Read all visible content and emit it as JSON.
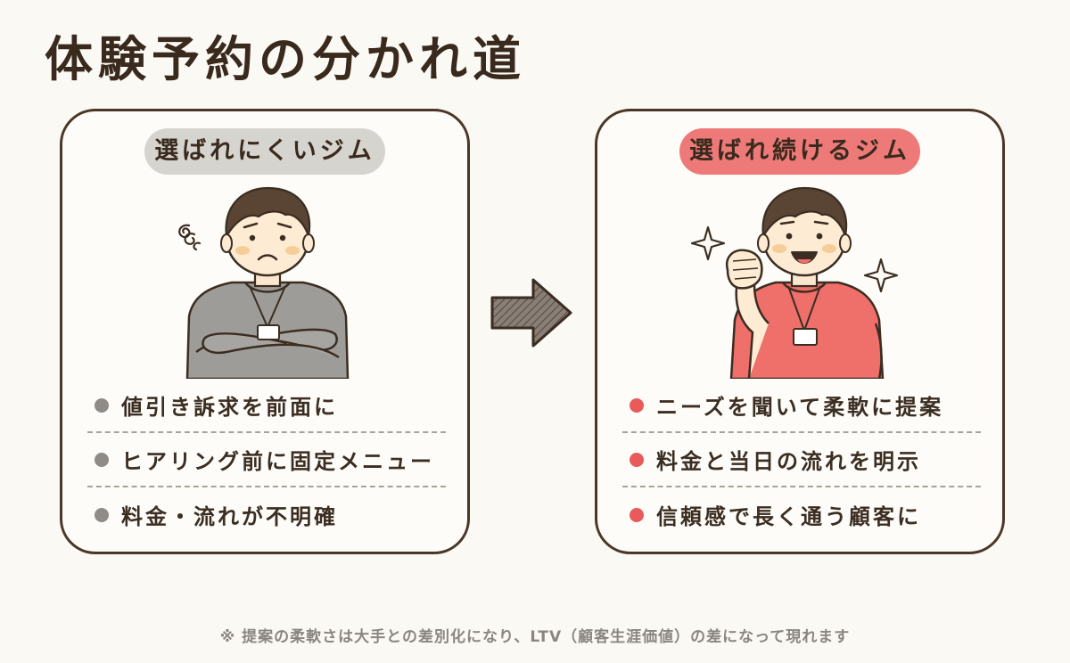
{
  "title": "体験予約の分かれ道",
  "left_panel": {
    "heading": "選ばれにくいジム",
    "items": [
      "値引き訴求を前面に",
      "ヒアリング前に固定メニュー",
      "料金・流れが不明確"
    ]
  },
  "right_panel": {
    "heading": "選ばれ続けるジム",
    "items": [
      "ニーズを聞いて柔軟に提案",
      "料金と当日の流れを明示",
      "信頼感で長く通う顧客に"
    ]
  },
  "footnote": "※ 提案の柔軟さは大手との差別化になり、LTV（顧客生涯価値）の差になって現れます",
  "colors": {
    "left_accent": "#d6d4cf",
    "right_accent": "#ed7a78",
    "outline": "#4a3728",
    "background": "#fbf9f3"
  },
  "icons": [
    "confused-swirl-icon",
    "sparkle-icon",
    "arrow-right-icon"
  ]
}
